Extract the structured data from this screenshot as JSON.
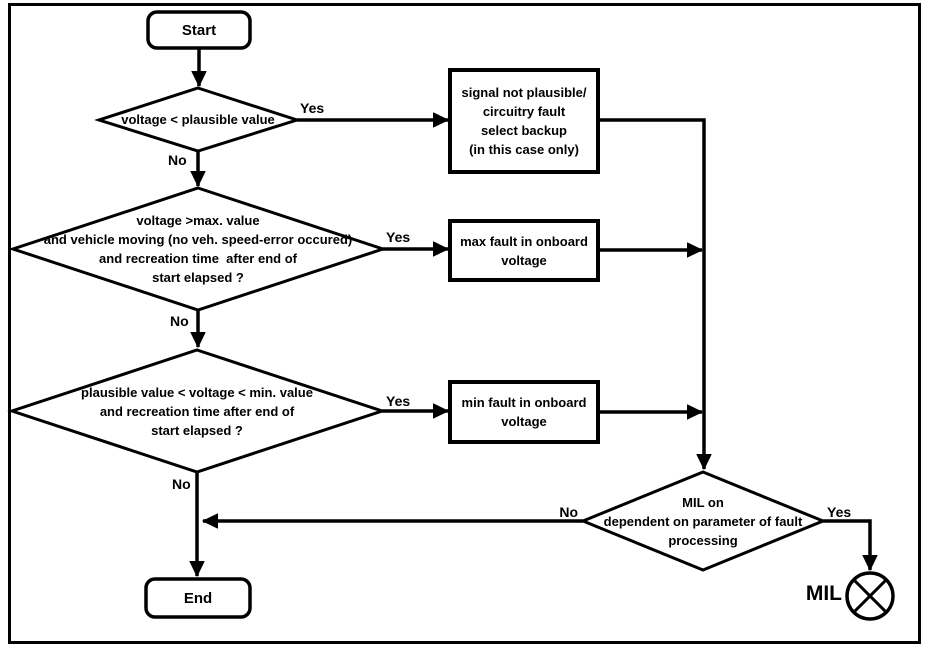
{
  "diagram": {
    "terminators": {
      "start": "Start",
      "end": "End"
    },
    "decisions": [
      {
        "id": "voltage-plausible-check",
        "text": "voltage < plausible value",
        "yes_label": "Yes",
        "no_label": "No"
      },
      {
        "id": "voltage-max-check",
        "text": "voltage >max. value\nand vehicle moving (no veh. speed-error occured)\nand recreation time  after end of\nstart elapsed ?",
        "yes_label": "Yes",
        "no_label": "No"
      },
      {
        "id": "voltage-min-check",
        "text": "plausible value < voltage < min. value\nand recreation time after end of\nstart elapsed ?",
        "yes_label": "Yes",
        "no_label": "No"
      },
      {
        "id": "mil-on-check",
        "text": "MIL on\ndependent on parameter of fault\nprocessing",
        "yes_label": "Yes",
        "no_label": "No"
      }
    ],
    "processes": [
      {
        "id": "signal-not-plausible",
        "text": "signal not plausible/\ncircuitry fault\nselect backup\n(in this case only)"
      },
      {
        "id": "max-fault",
        "text": "max fault in onboard\nvoltage"
      },
      {
        "id": "min-fault",
        "text": "min fault in onboard\nvoltage"
      }
    ],
    "indicator": {
      "label": "MIL",
      "symbol": "lamp-circle-x-icon"
    },
    "colors": {
      "stroke": "#000000",
      "background": "#ffffff"
    }
  }
}
